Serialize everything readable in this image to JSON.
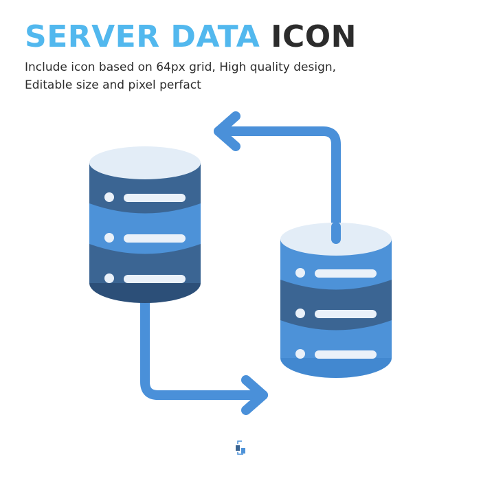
{
  "header": {
    "title_accent": "SERVER DATA",
    "title_dark": "ICON",
    "subtitle_line1": "Include icon based on 64px grid, High quality design,",
    "subtitle_line2": "Editable size and pixel perfact"
  },
  "icon": {
    "name": "server-data-transfer-icon",
    "colors": {
      "accent_text": "#52b8ee",
      "dark_text": "#2c2c2c",
      "arrow": "#4a90d9",
      "server_dark": "#3b6593",
      "server_light": "#4d92d8",
      "server_top": "#e3edf7",
      "server_bottom": "#2c4f78",
      "bar": "#eaf1f9"
    }
  }
}
